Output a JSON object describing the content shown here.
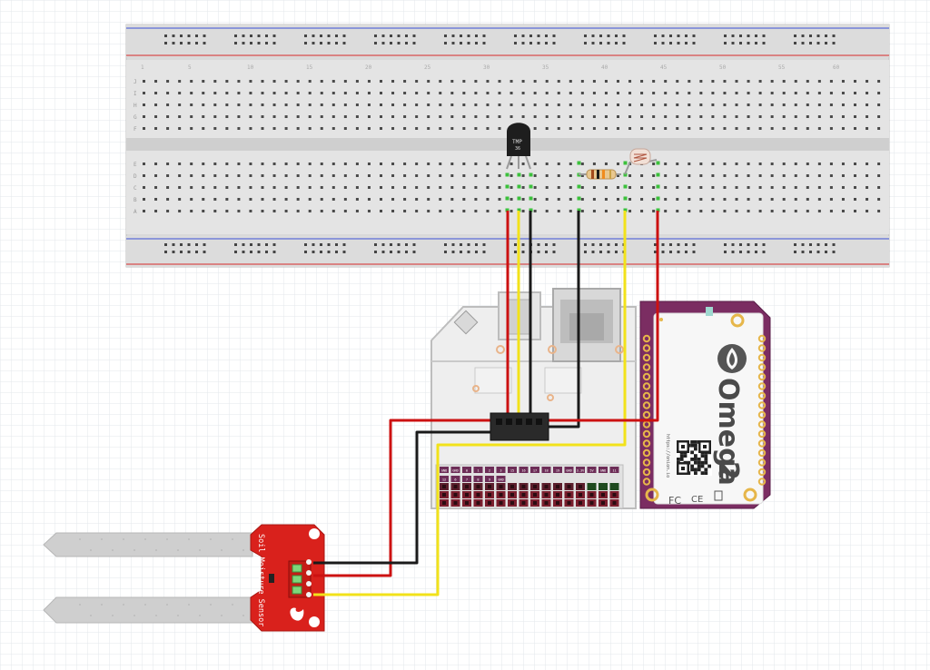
{
  "breadboard": {
    "row_labels_top": [
      "J",
      "I",
      "H",
      "G",
      "F"
    ],
    "row_labels_bottom": [
      "E",
      "D",
      "C",
      "B",
      "A"
    ],
    "column_numbers": [
      "1",
      "5",
      "10",
      "15",
      "20",
      "25",
      "30",
      "35",
      "40",
      "45",
      "50",
      "55",
      "60"
    ]
  },
  "components": {
    "temp_sensor_label_1": "TMP",
    "temp_sensor_label_2": "36"
  },
  "dock": {
    "pin_labels": [
      "GND",
      "GND",
      "0",
      "1",
      "2",
      "3",
      "15",
      "16",
      "17",
      "18",
      "19",
      "GND",
      "3.3V",
      "5V",
      "GND",
      "11",
      "12",
      "6",
      "7",
      "8",
      "9",
      "GND"
    ]
  },
  "omega": {
    "brand": "Omega",
    "model": "2",
    "url": "https://onion.io",
    "fc_mark": "FC",
    "ce_mark": "CE"
  },
  "soil_sensor": {
    "title": "Soil Moisture Sensor"
  },
  "colors": {
    "wire_red": "#cc1111",
    "wire_black": "#1a1a1a",
    "wire_yellow": "#f2e21a",
    "omega_purple": "#7b2d62",
    "sensor_red": "#d9211c",
    "grid": "#e2e6ea"
  }
}
